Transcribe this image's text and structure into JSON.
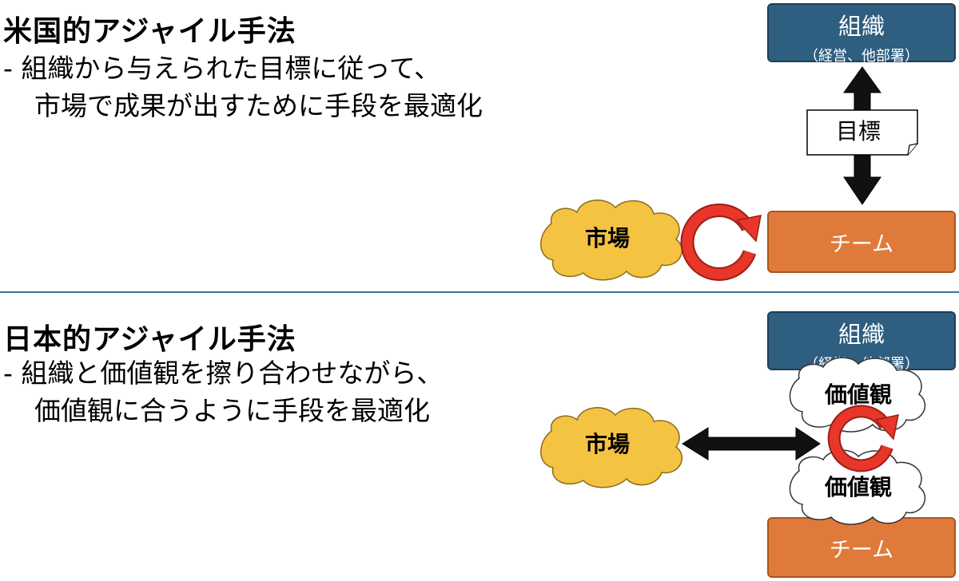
{
  "us_section": {
    "title": "米国的アジャイル手法",
    "desc_line1": "- 組織から与えられた目標に従って、",
    "desc_line2": "市場で成果が出すために手段を最適化",
    "org_title": "組織",
    "org_sub": "（経営、他部署）",
    "goal_label": "目標",
    "market_label": "市場",
    "team_label": "チーム"
  },
  "jp_section": {
    "title": "日本的アジャイル手法",
    "desc_line1": "- 組織と価値観を擦り合わせながら、",
    "desc_line2": "価値観に合うように手段を最適化",
    "org_title": "組織",
    "org_sub": "（経営、他部署）",
    "values_top_label": "価値観",
    "values_bottom_label": "価値観",
    "market_label": "市場",
    "team_label": "チーム"
  },
  "colors": {
    "org_box": "#2e5e80",
    "team_box": "#e07a3a",
    "market_cloud": "#f5c342",
    "cycle_arrow": "#e8362a",
    "divider": "#41719c"
  }
}
